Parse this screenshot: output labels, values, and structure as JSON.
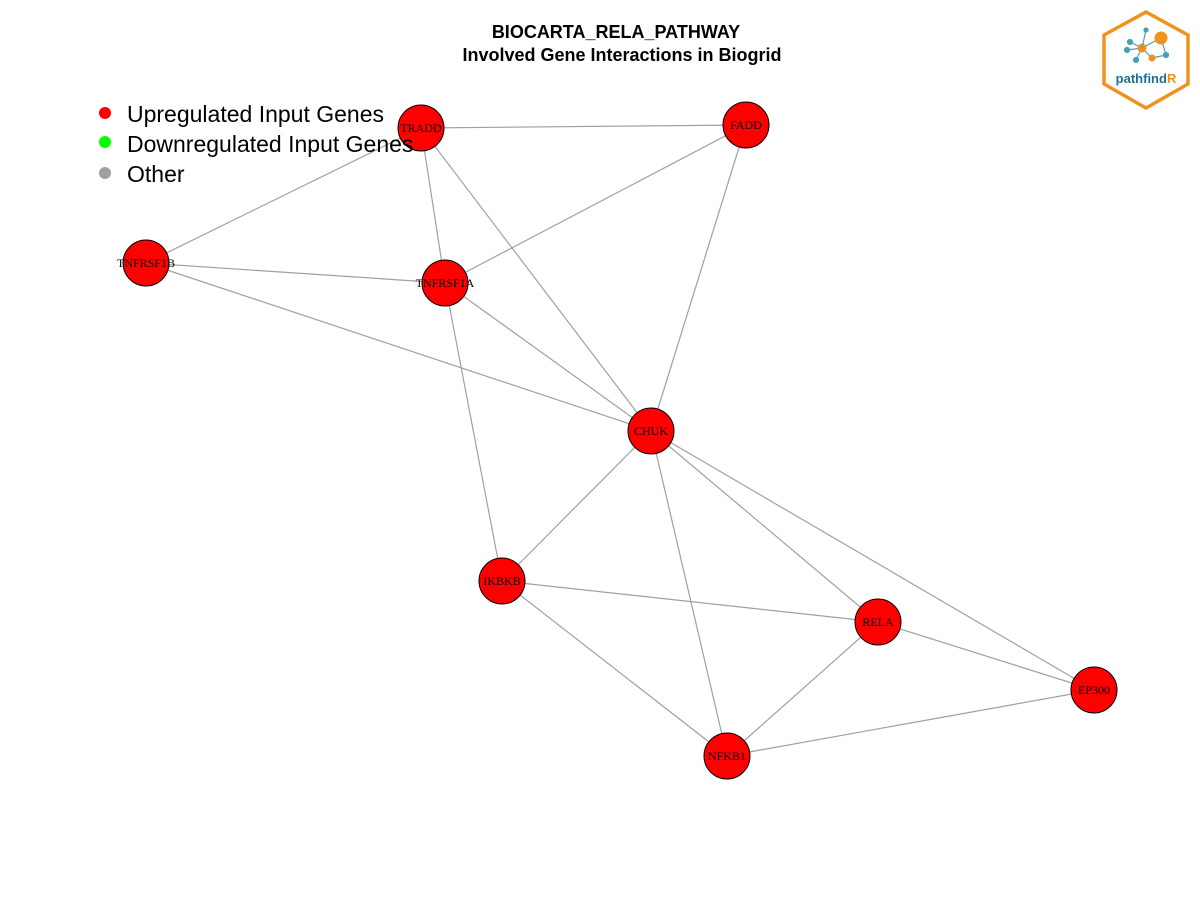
{
  "title": {
    "line1": "BIOCARTA_RELA_PATHWAY",
    "line2": "Involved Gene Interactions in Biogrid"
  },
  "legend": [
    {
      "label": "Upregulated Input Genes",
      "color": "#ff0000"
    },
    {
      "label": "Downregulated Input Genes",
      "color": "#00ff00"
    },
    {
      "label": "Other",
      "color": "#a0a0a0"
    }
  ],
  "nodes": [
    {
      "id": "TRADD",
      "label": "TRADD",
      "status": "upregulated"
    },
    {
      "id": "FADD",
      "label": "FADD",
      "status": "upregulated"
    },
    {
      "id": "TNFRSF1B",
      "label": "TNFRSF1B",
      "status": "upregulated"
    },
    {
      "id": "TNFRSF1A",
      "label": "TNFRSF1A",
      "status": "upregulated"
    },
    {
      "id": "CHUK",
      "label": "CHUK",
      "status": "upregulated"
    },
    {
      "id": "IKBKB",
      "label": "IKBKB",
      "status": "upregulated"
    },
    {
      "id": "RELA",
      "label": "RELA",
      "status": "upregulated"
    },
    {
      "id": "EP300",
      "label": "EP300",
      "status": "upregulated"
    },
    {
      "id": "NFKB1",
      "label": "NFKB1",
      "status": "upregulated"
    }
  ],
  "edges": [
    [
      "TRADD",
      "FADD"
    ],
    [
      "TRADD",
      "TNFRSF1B"
    ],
    [
      "TRADD",
      "TNFRSF1A"
    ],
    [
      "TRADD",
      "CHUK"
    ],
    [
      "FADD",
      "TNFRSF1A"
    ],
    [
      "FADD",
      "CHUK"
    ],
    [
      "TNFRSF1B",
      "TNFRSF1A"
    ],
    [
      "TNFRSF1B",
      "CHUK"
    ],
    [
      "TNFRSF1A",
      "CHUK"
    ],
    [
      "TNFRSF1A",
      "IKBKB"
    ],
    [
      "CHUK",
      "IKBKB"
    ],
    [
      "CHUK",
      "RELA"
    ],
    [
      "CHUK",
      "EP300"
    ],
    [
      "CHUK",
      "NFKB1"
    ],
    [
      "IKBKB",
      "RELA"
    ],
    [
      "IKBKB",
      "NFKB1"
    ],
    [
      "RELA",
      "EP300"
    ],
    [
      "RELA",
      "NFKB1"
    ],
    [
      "EP300",
      "NFKB1"
    ]
  ],
  "colors": {
    "upregulated": "#ff0000",
    "downregulated": "#00ff00",
    "other": "#a0a0a0",
    "edge": "#a0a0a0"
  },
  "logo": {
    "text_main": "pathfind",
    "text_accent": "R",
    "icon": "pathfindR-hexagon-logo"
  }
}
